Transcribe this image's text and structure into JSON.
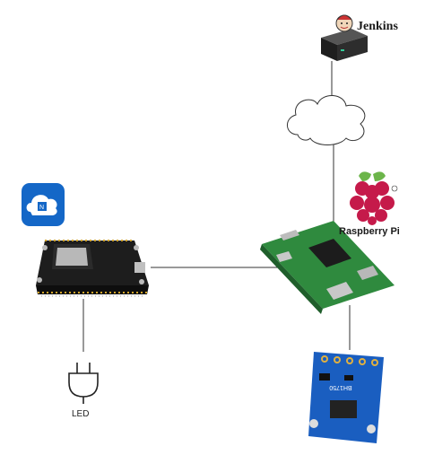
{
  "nodes": {
    "jenkins": {
      "label": "Jenkins"
    },
    "raspberry_pi": {
      "label": "Raspberry Pi"
    },
    "led": {
      "label": "LED"
    },
    "sensor": {
      "label": "BH1750"
    }
  }
}
